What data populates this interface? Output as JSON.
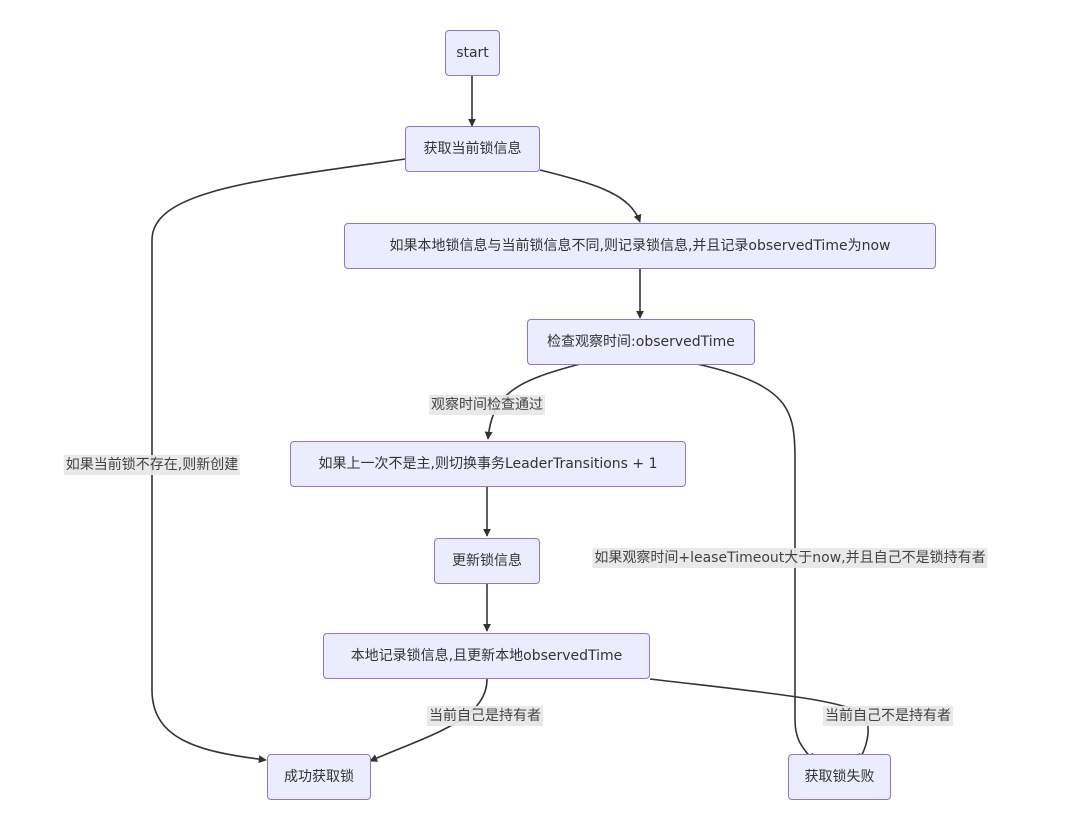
{
  "diagram": {
    "colors": {
      "node_fill": "#ECECFF",
      "node_border": "#9370DB",
      "edge": "#333333",
      "label_bg": "#E8E8E8",
      "text": "#333333"
    },
    "nodes": {
      "start": "start",
      "get_lock_info": "获取当前锁信息",
      "record_info": "如果本地锁信息与当前锁信息不同,则记录锁信息,并且记录observedTime为now",
      "check_time": "检查观察时间:observedTime",
      "leader_transition": "如果上一次不是主,则切换事务LeaderTransitions + 1",
      "update_lock": "更新锁信息",
      "record_local": "本地记录锁信息,且更新本地observedTime",
      "success": "成功获取锁",
      "fail": "获取锁失败"
    },
    "edge_labels": {
      "create_if_missing": "如果当前锁不存在,则新创建",
      "check_passed": "观察时间检查通过",
      "timeout_not_holder": "如果观察时间+leaseTimeout大于now,并且自己不是锁持有者",
      "is_holder": "当前自己是持有者",
      "not_holder": "当前自己不是持有者"
    }
  }
}
